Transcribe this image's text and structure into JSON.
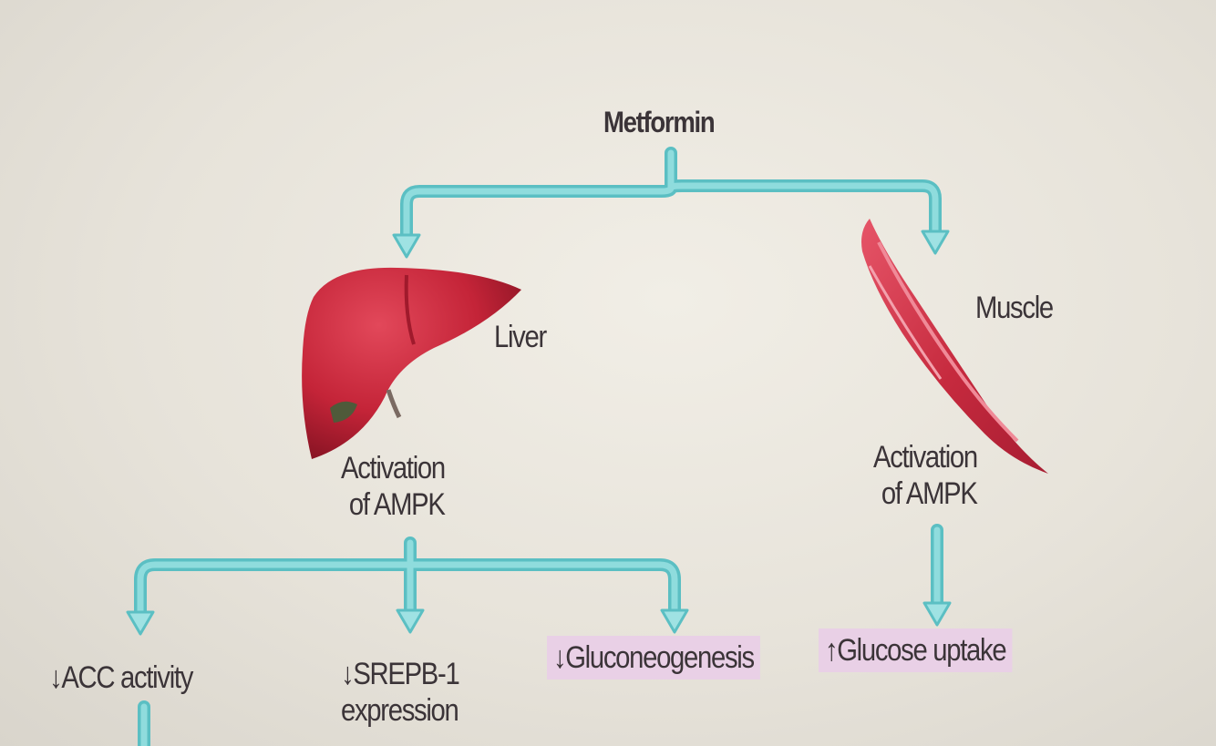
{
  "diagram": {
    "top": "Metformin",
    "liver": {
      "name": "Liver",
      "effect_line1": "Activation",
      "effect_line2": "of AMPK"
    },
    "muscle": {
      "name": "Muscle",
      "effect_line1": "Activation",
      "effect_line2": "of AMPK"
    },
    "outcomes": {
      "acc": {
        "arrow": "↓",
        "text": "ACC activity"
      },
      "srebp": {
        "arrow": "↓",
        "line1": "SREPB-1",
        "line2": "expression"
      },
      "gluco": {
        "arrow": "↓",
        "text": "Gluconeogenesis"
      },
      "uptake": {
        "arrow": "↑",
        "text": "Glucose uptake"
      }
    },
    "colors": {
      "arrow": "#7fd4d6",
      "arrow_outline": "#5bbfc3",
      "highlight": "#e9d0e6",
      "organ_red": "#c8283c"
    }
  }
}
